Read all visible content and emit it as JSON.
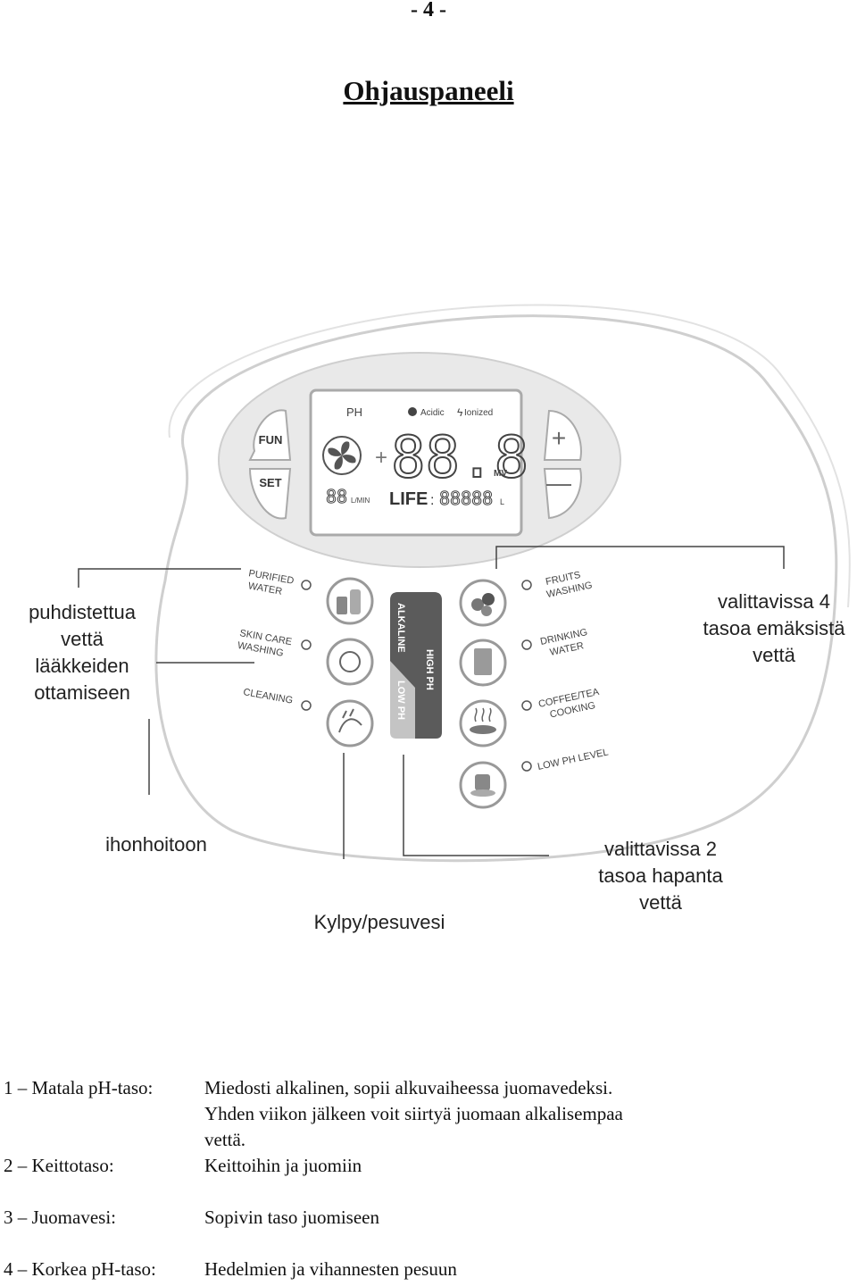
{
  "page": {
    "number": "- 4 -",
    "title": "Ohjauspaneeli"
  },
  "panel": {
    "lcd": {
      "ph": "PH",
      "acidic": "Acidic",
      "ionized": "Ionized",
      "digits": "88.8",
      "mv": "MV",
      "flow": "88",
      "lmin": "L/MIN",
      "life": "LIFE",
      "life_digits": "88888",
      "life_unit": "L"
    },
    "buttons": {
      "fun": "FUN",
      "set": "SET"
    },
    "left_modes": [
      {
        "line1": "PURIFIED",
        "line2": "WATER"
      },
      {
        "line1": "SKIN CARE",
        "line2": "WASHING"
      },
      {
        "line1": "CLEANING",
        "line2": ""
      }
    ],
    "center": {
      "alkaline": "ALKALINE",
      "high_ph": "HIGH PH",
      "low_ph": "LOW PH"
    },
    "right_modes": [
      {
        "line1": "FRUITS",
        "line2": "WASHING"
      },
      {
        "line1": "DRINKING",
        "line2": "WATER"
      },
      {
        "line1": "COFFEE/TEA",
        "line2": "COOKING"
      },
      {
        "line1": "LOW PH LEVEL",
        "line2": ""
      }
    ]
  },
  "callouts": {
    "left": [
      "puhdistettua",
      "vettä",
      "lääkkeiden",
      "ottamiseen"
    ],
    "right": [
      "valittavissa 4",
      "tasoa emäksistä",
      "vettä"
    ],
    "skin": "ihonhoitoon",
    "acid": [
      "valittavissa 2",
      "tasoa hapanta",
      "vettä"
    ],
    "bath": "Kylpy/pesuvesi"
  },
  "legend": [
    {
      "label": "1 – Matala pH-taso:",
      "lines": [
        "Miedosti alkalinen, sopii alkuvaiheessa juomavedeksi.",
        "Yhden viikon jälkeen voit siirtyä juomaan alkalisempaa",
        "vettä."
      ]
    },
    {
      "label": "2 – Keittotaso:",
      "lines": [
        "Keittoihin ja juomiin"
      ]
    },
    {
      "label": "3 – Juomavesi:",
      "lines": [
        "Sopivin taso juomiseen"
      ]
    },
    {
      "label": "4 – Korkea pH-taso:",
      "lines": [
        "Hedelmien ja vihannesten pesuun"
      ]
    }
  ]
}
